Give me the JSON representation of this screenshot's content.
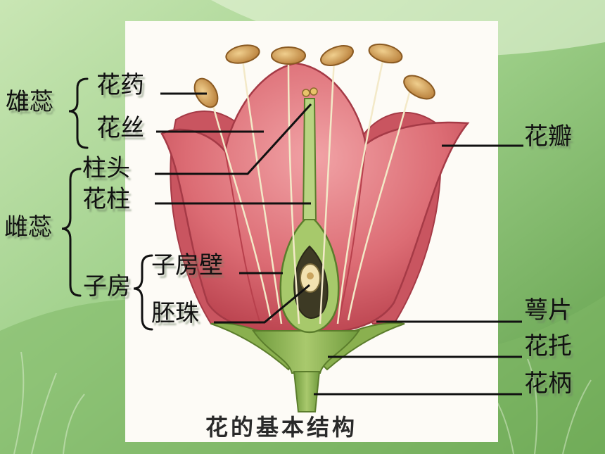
{
  "diagram": {
    "caption": "花的基本结构",
    "groups": {
      "stamen": "雄蕊",
      "pistil": "雌蕊",
      "ovary": "子房"
    },
    "labels": {
      "anther": "花药",
      "filament": "花丝",
      "stigma": "柱头",
      "style": "花柱",
      "ovary_wall": "子房壁",
      "ovule": "胚珠",
      "petal": "花瓣",
      "sepal": "萼片",
      "receptacle": "花托",
      "pedicel": "花柄"
    }
  },
  "colors": {
    "background_green": "#8fc47a",
    "panel": "#fdfbf6",
    "petal": "#d9636c",
    "petal_dark": "#b8404c",
    "stem": "#86ad4e",
    "anther": "#d19a55"
  }
}
